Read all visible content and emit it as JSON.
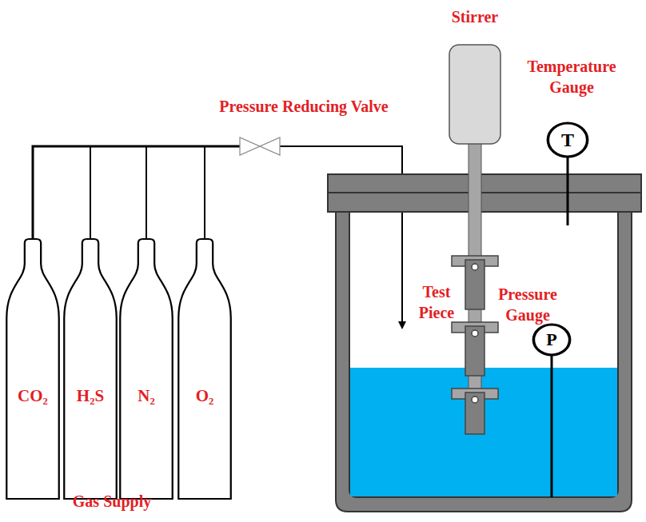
{
  "diagram": {
    "nodes": [
      {
        "text": [
          "CO₂"
        ]
      },
      {
        "text": [
          "H₂S"
        ]
      },
      {
        "text": [
          "N₂"
        ]
      },
      {
        "text": [
          "O₂"
        ]
      },
      {
        "text": [
          "T"
        ]
      },
      {
        "text": [
          "P"
        ]
      }
    ],
    "labels": [
      "Stirrer",
      "Temperature Gauge",
      "Pressure Reducing Valve",
      "Test Piece",
      "Pressure Gauge",
      "Gas Supply"
    ]
  }
}
